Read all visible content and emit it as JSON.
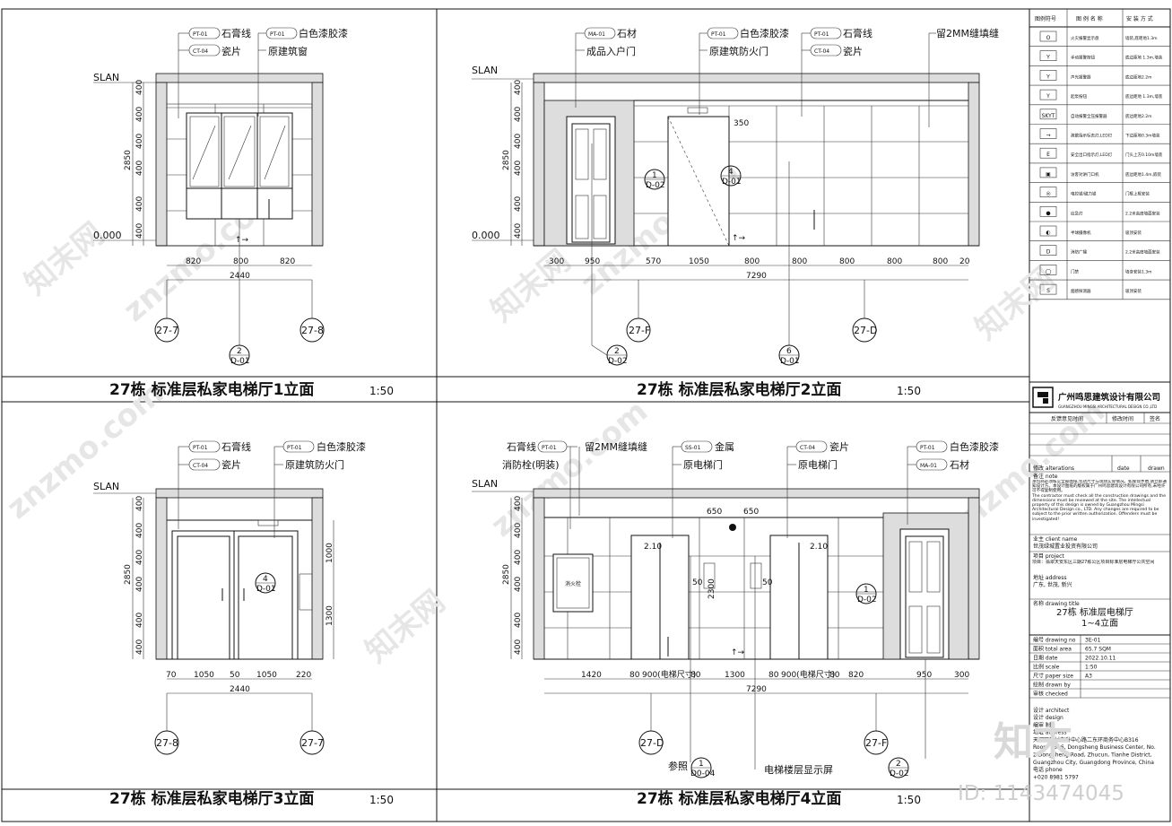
{
  "views": [
    {
      "title": "27栋  标准层私家电梯厅1立面",
      "scale": "1:50",
      "labels": [
        {
          "code": "PT-01",
          "text": "石膏线"
        },
        {
          "code": "CT-04",
          "text": "瓷片"
        },
        {
          "code": "PT-01",
          "text": "白色漆胶漆"
        },
        {
          "code": "",
          "text": "原建筑窗"
        }
      ],
      "dims": [
        "820",
        "800",
        "820"
      ],
      "total": "2440",
      "vdims": [
        "400",
        "400",
        "400",
        "400",
        "400",
        "400"
      ],
      "vtotal": "2850",
      "axes": [
        "27-7",
        "27-8"
      ],
      "callouts": [
        {
          "n": "2",
          "s": "D-01"
        }
      ]
    },
    {
      "title": "27栋  标准层私家电梯厅2立面",
      "scale": "1:50",
      "labels": [
        {
          "code": "MA-01",
          "text": "石材"
        },
        {
          "code": "",
          "text": "成品入户门"
        },
        {
          "code": "PT-01",
          "text": "白色漆胶漆"
        },
        {
          "code": "",
          "text": "原建筑防火门"
        },
        {
          "code": "PT-01",
          "text": "石膏线"
        },
        {
          "code": "CT-04",
          "text": "瓷片"
        },
        {
          "code": "",
          "text": "留2MM缝填缝"
        }
      ],
      "dims": [
        "300",
        "950",
        "570",
        "1050",
        "800",
        "800",
        "800",
        "800",
        "800",
        "20"
      ],
      "total": "7290",
      "vdims": [
        "400",
        "400",
        "400",
        "400",
        "400",
        "400"
      ],
      "vtotal": "2850",
      "axes": [
        "27-F",
        "27-D"
      ],
      "callouts": [
        {
          "n": "2",
          "s": "D-02"
        },
        {
          "n": "6",
          "s": "D-01"
        },
        {
          "n": "1",
          "s": "D-02"
        },
        {
          "n": "4",
          "s": "D-01"
        }
      ],
      "note": "350"
    },
    {
      "title": "27栋  标准层私家电梯厅3立面",
      "scale": "1:50",
      "labels": [
        {
          "code": "PT-01",
          "text": "石膏线"
        },
        {
          "code": "CT-04",
          "text": "瓷片"
        },
        {
          "code": "PT-01",
          "text": "白色漆胶漆"
        },
        {
          "code": "",
          "text": "原建筑防火门"
        }
      ],
      "dims": [
        "70",
        "1050",
        "50",
        "1050",
        "220"
      ],
      "total": "2440",
      "vdims": [
        "400",
        "400",
        "400",
        "400",
        "400",
        "400"
      ],
      "vtotal": "2850",
      "side": [
        "1000",
        "1300"
      ],
      "axes": [
        "27-8",
        "27-7"
      ],
      "callouts": [
        {
          "n": "4",
          "s": "D-01"
        }
      ]
    },
    {
      "title": "27栋  标准层私家电梯厅4立面",
      "scale": "1:50",
      "labels": [
        {
          "code": "PT-01",
          "text": "石膏线"
        },
        {
          "code": "",
          "text": "消防栓(明装)"
        },
        {
          "code": "",
          "text": "留2MM缝填缝"
        },
        {
          "code": "SS-01",
          "text": "金属"
        },
        {
          "code": "",
          "text": "原电梯门"
        },
        {
          "code": "CT-04",
          "text": "瓷片"
        },
        {
          "code": "",
          "text": "原电梯门"
        },
        {
          "code": "PT-01",
          "text": "白色漆胶漆"
        },
        {
          "code": "MA-01",
          "text": "石材"
        }
      ],
      "dims": [
        "1420",
        "80",
        "900(电梯尺寸)",
        "80",
        "1300",
        "80",
        "900(电梯尺寸)",
        "80",
        "820",
        "950",
        "300"
      ],
      "total": "7290",
      "vdims": [
        "400",
        "400",
        "400",
        "400",
        "400",
        "400"
      ],
      "vtotal": "2850",
      "axes": [
        "27-D",
        "27-F"
      ],
      "callouts": [
        {
          "n": "1",
          "s": "D-02"
        },
        {
          "n": "1",
          "s": "D0-04"
        },
        {
          "n": "2",
          "s": "D-02"
        }
      ],
      "extra": [
        "650",
        "650",
        "2.10",
        "2.10",
        "2300",
        "50",
        "50"
      ],
      "ref": "参照",
      "display": "电梯楼层显示屏",
      "hydrant": "消火栓"
    }
  ],
  "slan": "SLAN",
  "zero": "0.000",
  "legend": {
    "headers": [
      "图例符号",
      "图 例 名 称",
      "安 装 方 式"
    ],
    "rows": [
      {
        "sym": "O",
        "name": "火灾报警显示盘",
        "how": "墙装,底距地1.3m"
      },
      {
        "sym": "Y",
        "name": "手动报警按钮",
        "how": "底边距地 1.3m,墙装"
      },
      {
        "sym": "Y",
        "name": "声光报警器",
        "how": "底边距地2.2m"
      },
      {
        "sym": "Y",
        "name": "起泵按钮",
        "how": "底边距地 1.3m,墙装"
      },
      {
        "sym": "SKYT",
        "name": "自动报警全压报警器",
        "how": "底边距地2.2m"
      },
      {
        "sym": "→",
        "name": "疏散指示标志灯,LED灯",
        "how": "下边距地0.3m墙装"
      },
      {
        "sym": "E",
        "name": "安全出口指示灯,LED灯",
        "how": "门头上方0.10m墙装"
      },
      {
        "sym": "▣",
        "name": "访客对讲门口机",
        "how": "底边距地1.4m,嵌装"
      },
      {
        "sym": "◎",
        "name": "电控锁/磁力锁",
        "how": "门框上框安装"
      },
      {
        "sym": "●",
        "name": "应急灯",
        "how": "2.2米高度墙面安装"
      },
      {
        "sym": "◐",
        "name": "半球摄像机",
        "how": "吸顶安装"
      },
      {
        "sym": "D",
        "name": "消防广播",
        "how": "2.2米高度墙面安装"
      },
      {
        "sym": "◯",
        "name": "门禁",
        "how": "墙身安装1.3m"
      },
      {
        "sym": "S",
        "name": "烟感探测器",
        "how": "吸顶安装"
      }
    ]
  },
  "titleblock": {
    "company": "广州鸣思建筑设计有限公司",
    "company_en": "GUANGZHOU MINGSI ARCHITECTURAL DESIGN CO.,LTD",
    "rev_headers": [
      "反馈意见时间",
      "修改时间",
      "签名"
    ],
    "alterations": "修改 alterations",
    "date": "date",
    "drawn": "drawn",
    "note_label": "备注 note",
    "note_cn": "承包商必须核实全部图纸,包括尺寸与现场实际情况。如发现矛盾,请立即通知设计方。本设计图纸的版权属于广州鸣思建筑设计有限公司所有,未经许可不得复制使用。",
    "note_en": "The contractor must check all the construction drawings and the dimensions must be reviewed at the site. The intellectual property of this design is owned by Guangzhou Mingsi Architectural Design co., LTD. Any changes are required to be subject to the prior written authorization. Offenders must be investigated!",
    "client_label": "业主 client name",
    "client": "世茂绿城置业投资有限公司",
    "project_label": "项目 project",
    "project": "项目：翡翠天安东区三期27栋公区项目标准层电梯厅公共空间",
    "address_label": "地址 address",
    "address": "广东, 世茂, 新兴",
    "drawing_title_label": "名称 drawing title",
    "drawing_title": "27栋  标准层电梯厅",
    "drawing_title2": "1~4立面",
    "fields": [
      {
        "k": "编号 drawing no",
        "v": "3E-01"
      },
      {
        "k": "面积 total area",
        "v": "65.7 SQM"
      },
      {
        "k": "日期 date",
        "v": "2022.10.11"
      },
      {
        "k": "比例 scale",
        "v": "1:50"
      },
      {
        "k": "尺寸 paper size",
        "v": "A3"
      },
      {
        "k": "绘制 drawn by",
        "v": ""
      },
      {
        "k": "审核 checked",
        "v": ""
      }
    ],
    "architect_label": "设计 architect",
    "architect_lines": [
      "设计 design",
      "编审 制",
      "地址 address",
      "天河区珠村东升中心路二东环商务中心B316",
      "Room B316, Dongsheng Business Center, No.",
      "2 Dongsheng Road, Zhucun, Tianhe District,",
      "Guangzhou City, Guangdong Province, China",
      "电话 phone",
      "+020 8981 5797"
    ]
  },
  "watermark": {
    "site": "znzmo.com",
    "brand": "知末网",
    "logo": "知末",
    "id": "ID: 1143474045"
  }
}
